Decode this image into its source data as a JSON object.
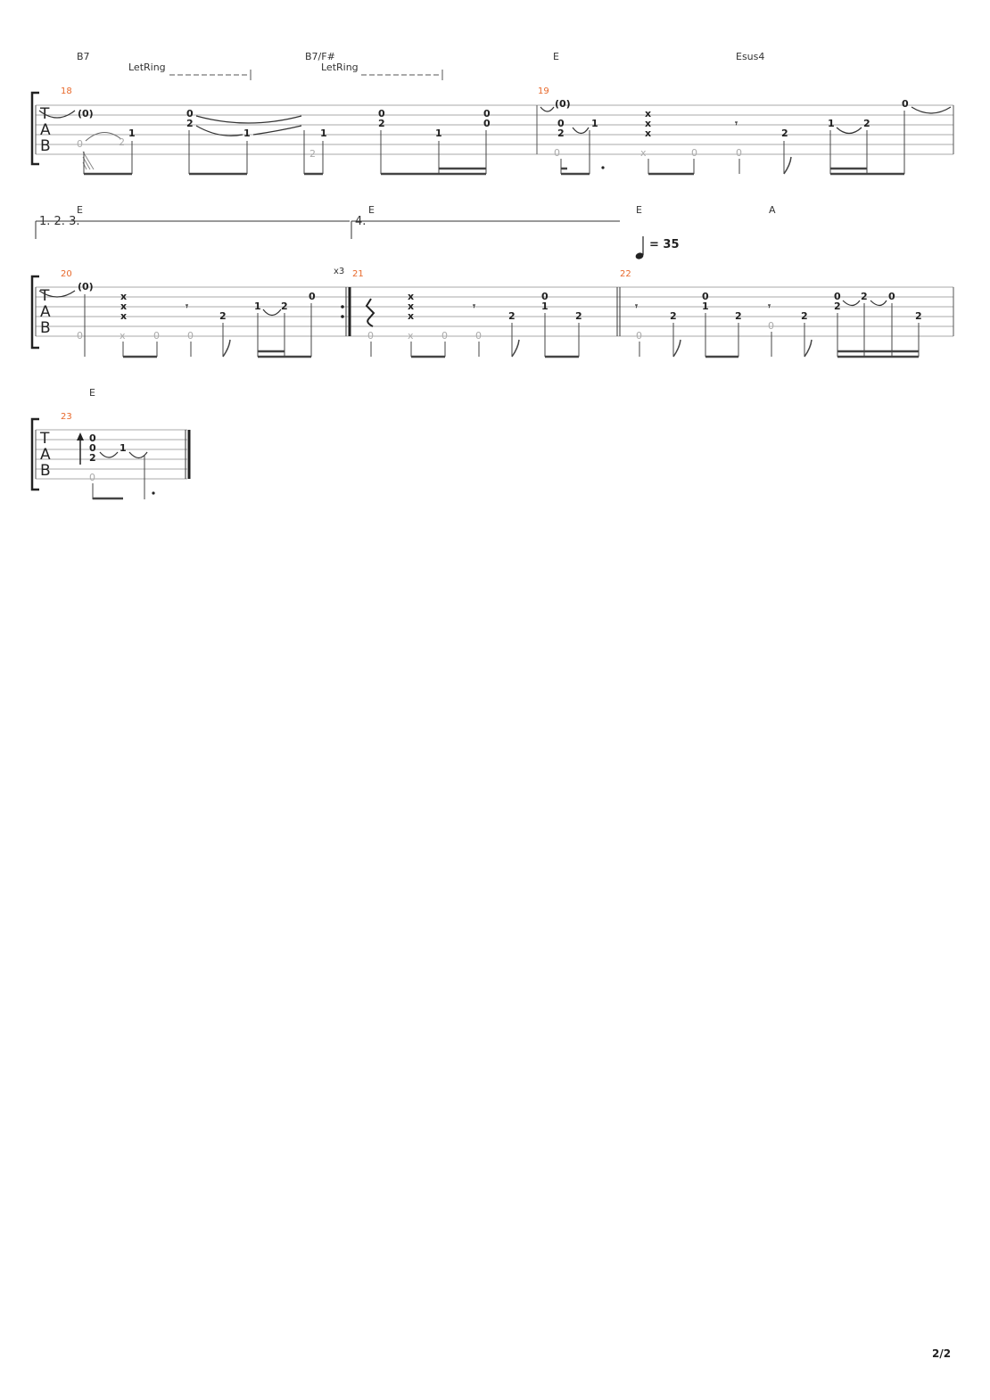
{
  "page": {
    "number": "2/2"
  },
  "tab_label": {
    "t": "T",
    "a": "A",
    "b": "B"
  },
  "systems": [
    {
      "chords": [
        "B7",
        "B7/F#",
        "E",
        "Esus4"
      ],
      "let_ring": [
        "LetRing",
        "LetRing"
      ],
      "measures": [
        "18",
        "19"
      ]
    },
    {
      "chords": [
        "E",
        "E",
        "E",
        "A"
      ],
      "voltas": [
        "1. 2. 3.",
        "4."
      ],
      "repeat_count": "x3",
      "tempo": "= 35",
      "measures": [
        "20",
        "21",
        "22"
      ]
    },
    {
      "chords": [
        "E"
      ],
      "measures": [
        "23"
      ]
    }
  ]
}
